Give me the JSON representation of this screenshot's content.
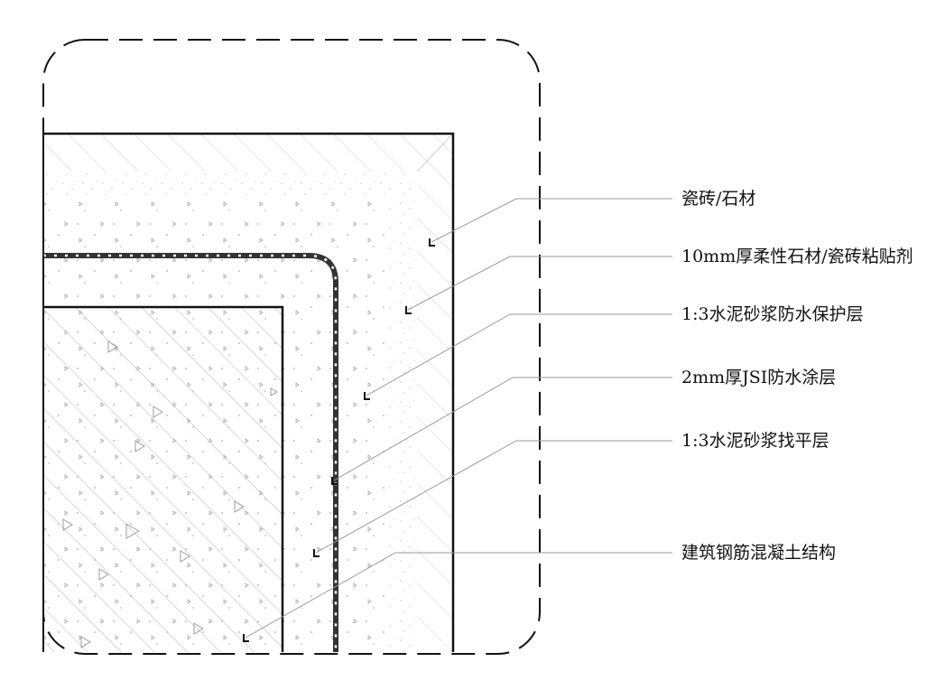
{
  "colors": {
    "ink": "#111111",
    "leader": "#9a9a9a",
    "hatch": "#b5b5b5",
    "mortar_dots": "#c9c9c9",
    "background": "#ffffff"
  },
  "labels": [
    {
      "id": "tile",
      "text": "瓷砖/石材"
    },
    {
      "id": "adhesive",
      "text": "10mm厚柔性石材/瓷砖粘贴剂"
    },
    {
      "id": "protect",
      "text": "1:3水泥砂浆防水保护层"
    },
    {
      "id": "jsi",
      "text": "2mm厚JSI防水涂层"
    },
    {
      "id": "level",
      "text": "1:3水泥砂浆找平层"
    },
    {
      "id": "concrete",
      "text": "建筑钢筋混凝土结构"
    }
  ]
}
